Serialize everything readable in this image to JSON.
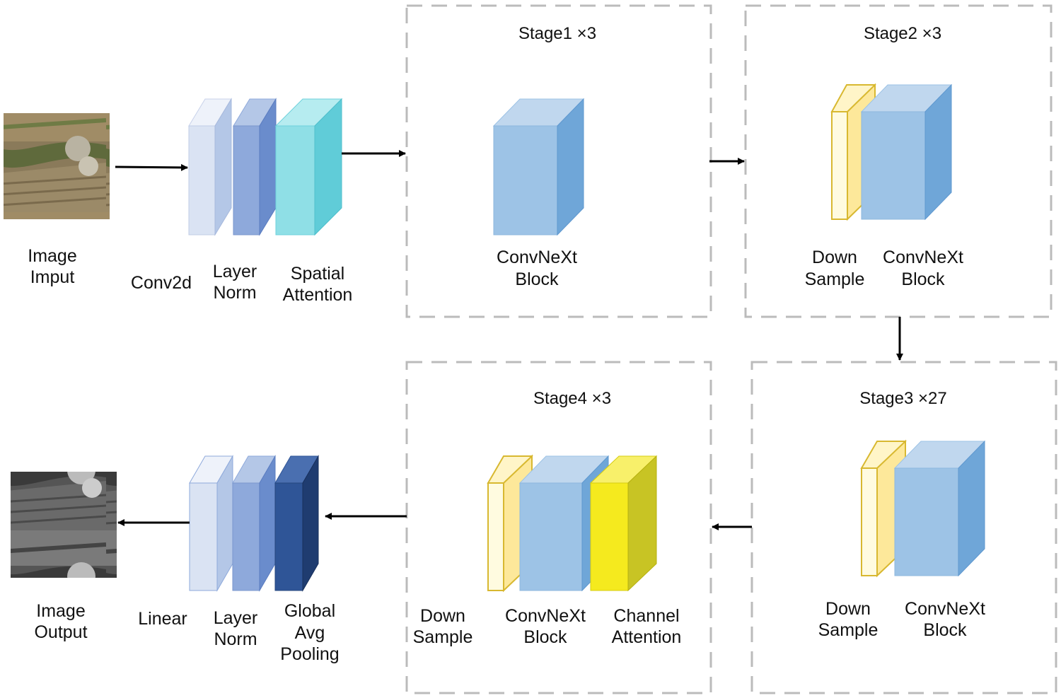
{
  "input": {
    "label_line1": "Image",
    "label_line2": "Imput"
  },
  "output": {
    "label_line1": "Image",
    "label_line2": "Output"
  },
  "stem": {
    "conv2d": "Conv2d",
    "layer_norm_line1": "Layer",
    "layer_norm_line2": "Norm",
    "spatial_attention_line1": "Spatial",
    "spatial_attention_line2": "Attention"
  },
  "head": {
    "linear": "Linear",
    "layer_norm_line1": "Layer",
    "layer_norm_line2": "Norm",
    "gap_line1": "Global",
    "gap_line2": "Avg",
    "gap_line3": "Pooling"
  },
  "stage1": {
    "title": "Stage1 ×3",
    "block_line1": "ConvNeXt",
    "block_line2": "Block"
  },
  "stage2": {
    "title": "Stage2 ×3",
    "down_line1": "Down",
    "down_line2": "Sample",
    "block_line1": "ConvNeXt",
    "block_line2": "Block"
  },
  "stage3": {
    "title": "Stage3 ×27",
    "down_line1": "Down",
    "down_line2": "Sample",
    "block_line1": "ConvNeXt",
    "block_line2": "Block"
  },
  "stage4": {
    "title": "Stage4 ×3",
    "down_line1": "Down",
    "down_line2": "Sample",
    "block_line1": "ConvNeXt",
    "block_line2": "Block",
    "attn_line1": "Channel",
    "attn_line2": "Attention"
  },
  "colors": {
    "conv_block": "#9dc3e6",
    "down_sample": "#fff2b3",
    "spatial_attention": "#8fdfe6",
    "channel_attention": "#f5ea1e",
    "global_pool": "#2f5597",
    "layer_norm": "#8ea9db",
    "conv2d": "#dae3f3"
  }
}
